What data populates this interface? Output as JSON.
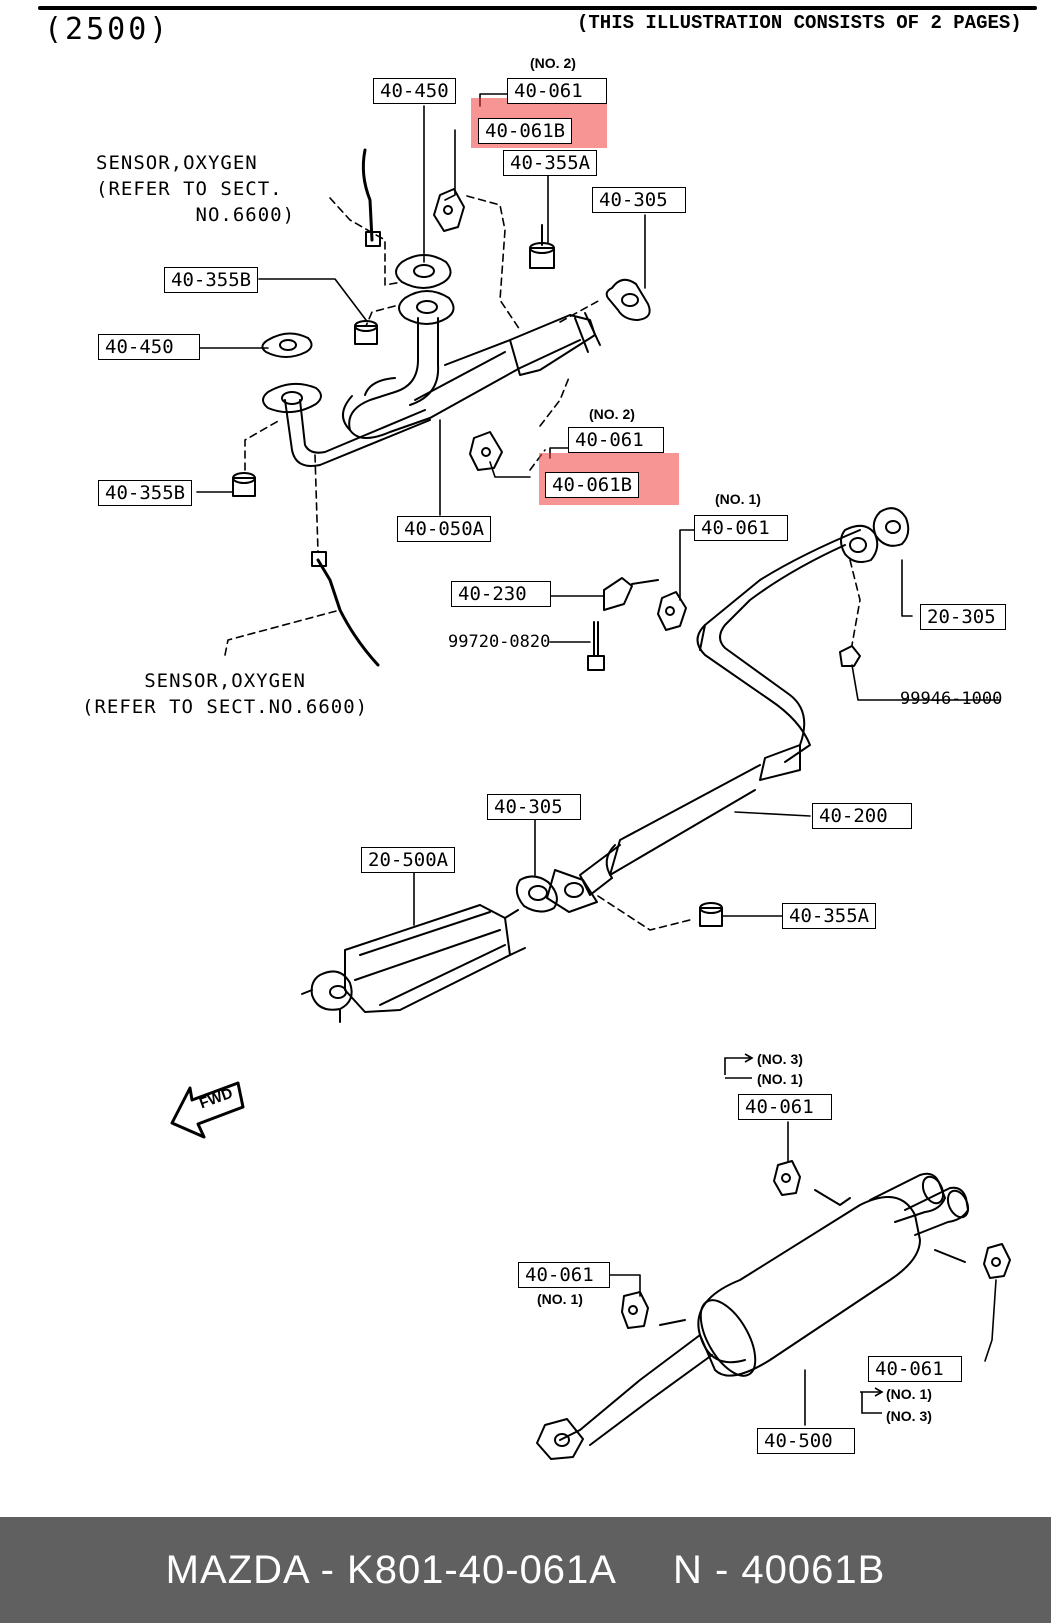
{
  "header": {
    "page_ref": "(2500)",
    "consists": "(THIS ILLUSTRATION CONSISTS OF  2 PAGES)"
  },
  "sensor_top": "SENSOR,OXYGEN\n(REFER TO SECT.\n        NO.6600)",
  "sensor_bottom": "SENSOR,OXYGEN\n(REFER TO SECT.NO.6600)",
  "labels": {
    "l40450a": "40-450",
    "l40061_top": "40-061",
    "l40061b_top": "40-061B",
    "l40355a_top": "40-355A",
    "l40305_top": "40-305",
    "l40355b_a": "40-355B",
    "l40450b": "40-450",
    "l40061_mid": "40-061",
    "l40061b_mid": "40-061B",
    "l40355b_b": "40-355B",
    "l40050a": "40-050A",
    "l40061_n1": "40-061",
    "l20305": "20-305",
    "l40230": "40-230",
    "p99720": "99720-0820",
    "p99946": "99946-1000",
    "l40305_mid": "40-305",
    "l40200": "40-200",
    "l20500a": "20-500A",
    "l40355a_mid": "40-355A",
    "l40061_rear_top": "40-061",
    "l40061_rear_left": "40-061",
    "l40061_rear_right": "40-061",
    "l40500": "40-500"
  },
  "notes": {
    "no2_top": "(NO. 2)",
    "no2_mid": "(NO. 2)",
    "no1_mid": "(NO. 1)",
    "no3_rt": "(NO. 3)",
    "no1_rt": "(NO. 1)",
    "no1_left": "(NO. 1)",
    "no1_rb": "(NO. 1)",
    "no3_rb": "(NO. 3)"
  },
  "fwd": "FWD",
  "footer": {
    "left": "MAZDA - K801-40-061A",
    "right": "N - 40061B"
  },
  "colors": {
    "highlight": "#f03c3c",
    "footer_bg": "#606060",
    "footer_text": "#ffffff"
  }
}
